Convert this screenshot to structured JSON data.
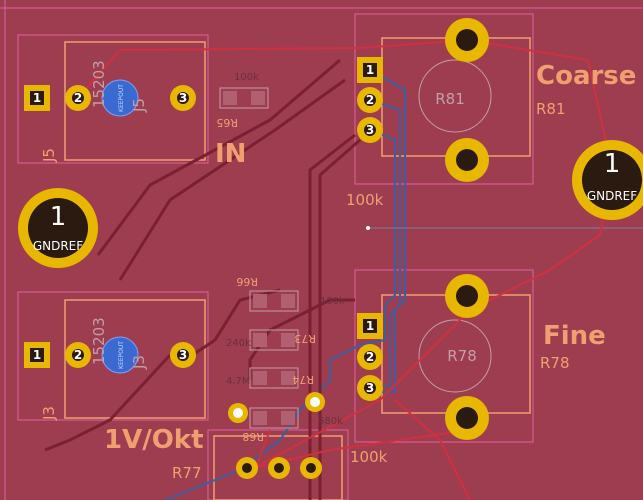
{
  "labels": {
    "coarse": "Coarse",
    "fine": "Fine",
    "in": "IN",
    "vokt": "1V/Okt",
    "r81": "R81",
    "r78": "R78",
    "r81_body": "R81",
    "r78_body": "R78",
    "r77": "R77",
    "r65": "R65",
    "r66": "R66",
    "r73": "R73",
    "r74": "R74",
    "r68": "R68",
    "j5": "J5",
    "j3": "J3",
    "j5_part": "15203",
    "j3_part": "15203",
    "j5_body": "J5",
    "j3_body": "J3",
    "keepout": "KEEPOUT",
    "val_100k_a": "100k",
    "val_100k_b": "100k",
    "val_100k_c": "100k",
    "val_100k_d": "100k",
    "val_240k": "240k",
    "val_47m": "4.7M",
    "val_680k": "680k",
    "pad1": "1",
    "pad2": "2",
    "pad3": "3",
    "gnd_pad_num": "1",
    "gnd_net": "GNDREF"
  },
  "colors": {
    "board": "#9e3d50",
    "copper_pad": "#e8b800",
    "front_track": "#c83030",
    "back_track": "#3a5fa0",
    "silkscreen": "#f0a070",
    "courtyard": "#e060a0"
  }
}
